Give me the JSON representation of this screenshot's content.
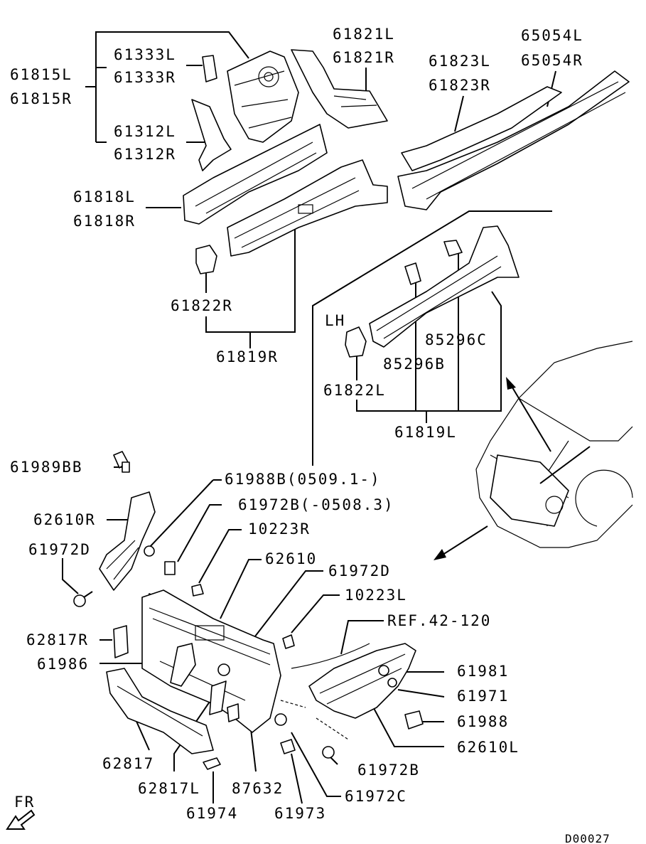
{
  "labels": {
    "l61815L": "61815L",
    "l61815R": "61815R",
    "l61333L": "61333L",
    "l61333R": "61333R",
    "l61312L": "61312L",
    "l61312R": "61312R",
    "l61821L": "61821L",
    "l61821R": "61821R",
    "l61823L": "61823L",
    "l61823R": "61823R",
    "l65054L": "65054L",
    "l65054R": "65054R",
    "l61818L": "61818L",
    "l61818R": "61818R",
    "l61822R": "61822R",
    "l61819R": "61819R",
    "lLH": "LH",
    "l85296C": "85296C",
    "l85296B": "85296B",
    "l61822L": "61822L",
    "l61819L": "61819L",
    "l61989BB": "61989BB",
    "l61988B": "61988B(0509.1-)",
    "l61972Btop": "61972B(-0508.3)",
    "l62610R": "62610R",
    "l10223R": "10223R",
    "l61972Dleft": "61972D",
    "l62610": "62610",
    "l61972Dmid": "61972D",
    "l10223L": "10223L",
    "l62817R": "62817R",
    "lREF": "REF.42-120",
    "l61986": "61986",
    "l61981": "61981",
    "l61971": "61971",
    "l61988": "61988",
    "l62610L": "62610L",
    "l62817": "62817",
    "l61972B": "61972B",
    "l62817L": "62817L",
    "l87632": "87632",
    "l61972C": "61972C",
    "l61974": "61974",
    "l61973": "61973",
    "lFR": "FR",
    "code": "D00027"
  }
}
